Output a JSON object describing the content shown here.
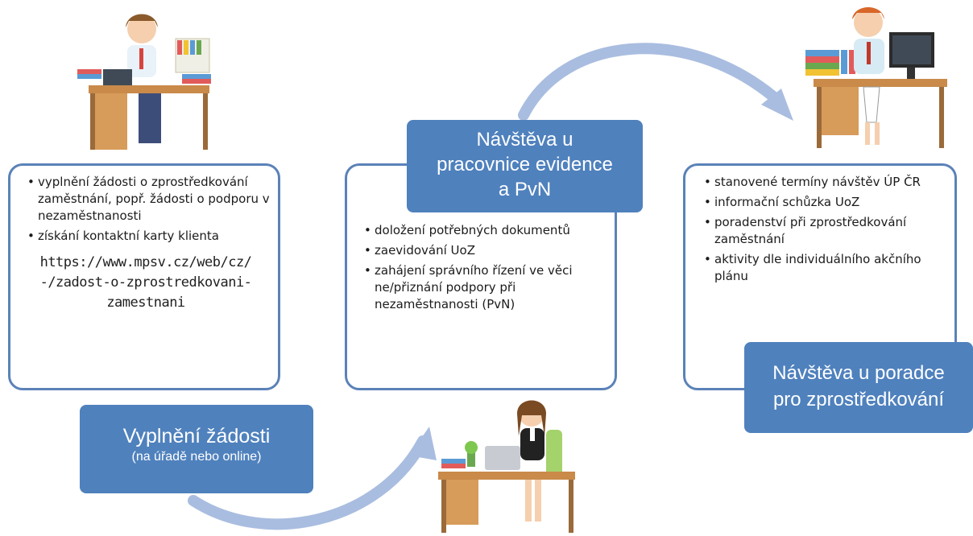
{
  "steps": [
    {
      "title": "Vyplnění žádosti",
      "subtitle": "(na úřadě nebo online)",
      "bullets": [
        "vyplnění žádosti o zprostředkování zaměstnání, popř. žádosti o podporu v nezaměstnanosti",
        "získání kontaktní karty klienta"
      ],
      "link_lines": [
        "https://www.mpsv.cz/web/cz/",
        "-/zadost-o-zprostredkovani-",
        "zamestnani"
      ]
    },
    {
      "title_lines": [
        "Návštěva u",
        "pracovnice evidence",
        "a PvN"
      ],
      "bullets": [
        "doložení potřebných dokumentů",
        "zaevidování UoZ",
        "zahájení správního řízení ve věci ne/přiznání podpory při nezaměstnanosti (PvN)"
      ]
    },
    {
      "title_lines": [
        "Návštěva u poradce",
        "pro zprostředkování"
      ],
      "bullets": [
        "stanovené termíny návštěv ÚP ČR",
        "informační schůzka UoZ",
        "poradenství při zprostředkování zaměstnání",
        "aktivity dle individuálního akčního plánu"
      ]
    }
  ],
  "colors": {
    "box_fill": "#4f81bd",
    "card_border": "#5b82b8",
    "arrow": "#a9bde0",
    "text": "#1b1b1b"
  },
  "illustrations": [
    "woman-at-laptop-desk",
    "woman-at-desktop-computer",
    "woman-at-laptop-green-chair"
  ]
}
